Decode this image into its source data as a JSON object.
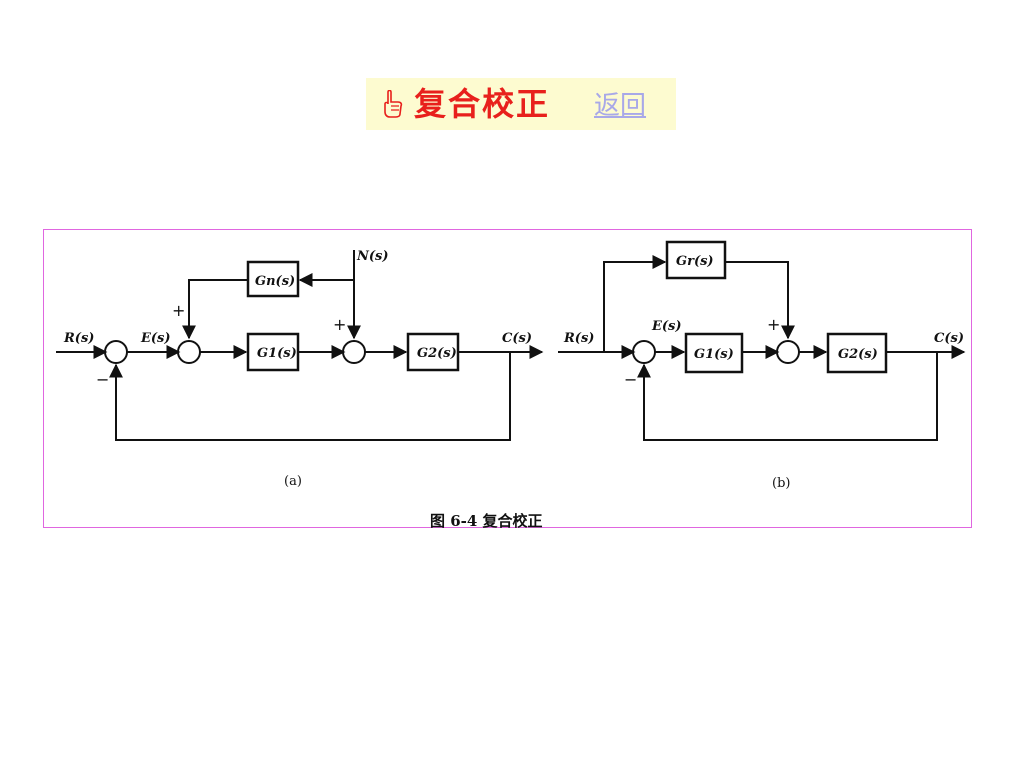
{
  "header": {
    "title": "复合校正",
    "back_label": "返回",
    "title_color": "#e8201c",
    "back_color": "#a8a8e8",
    "banner_bg": "#fdfbd0",
    "icon": "pointing-hand-icon"
  },
  "figure": {
    "caption": "图 6-4   复合校正",
    "frame_color": "#e066e0",
    "diagram_a": {
      "sublabel": "(a)",
      "input": "R(s)",
      "error": "E(s)",
      "disturbance": "N(s)",
      "output": "C(s)",
      "block_gn": "Gn(s)",
      "block_g1": "G1(s)",
      "block_g2": "G2(s)",
      "plus_1": "+",
      "plus_2": "+",
      "minus": "−"
    },
    "diagram_b": {
      "sublabel": "(b)",
      "input": "R(s)",
      "error": "E(s)",
      "output": "C(s)",
      "block_gr": "Gr(s)",
      "block_g1": "G1(s)",
      "block_g2": "G2(s)",
      "plus": "+",
      "minus": "−"
    }
  }
}
